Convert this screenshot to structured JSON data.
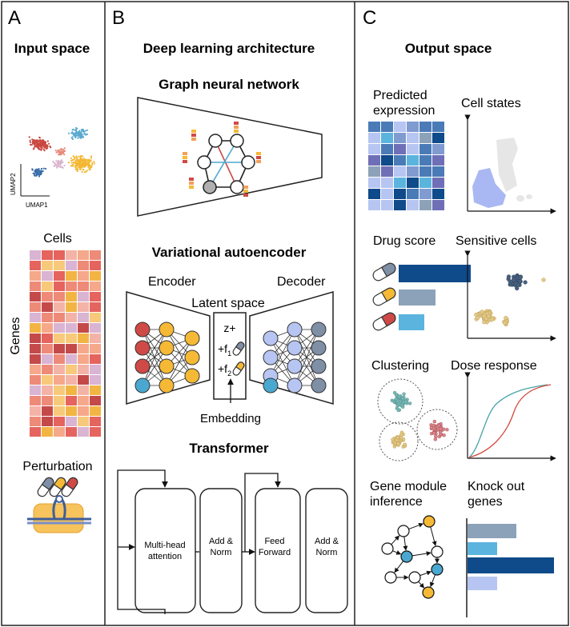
{
  "panels": {
    "a": {
      "letter": "A",
      "title": "Input space",
      "umap_y": "UMAP2",
      "umap_x": "UMAP1",
      "cells_label": "Cells",
      "genes_label": "Genes",
      "perturbation_label": "Perturbation"
    },
    "b": {
      "letter": "B",
      "title": "Deep learning architecture",
      "gnn_title": "Graph neural network",
      "vae_title": "Variational autoencoder",
      "encoder": "Encoder",
      "decoder": "Decoder",
      "latent_space": "Latent space",
      "z": "z+",
      "f1": "+f",
      "f1_sub": "1",
      "f2": "+f",
      "f2_sub": "2",
      "embedding": "Embedding",
      "transformer_title": "Transformer",
      "mha_1": "Multi-head",
      "mha_2": "attention",
      "addnorm1_1": "Add &",
      "addnorm1_2": "Norm",
      "ff_1": "Feed",
      "ff_2": "Forward",
      "addnorm2_1": "Add &",
      "addnorm2_2": "Norm"
    },
    "c": {
      "letter": "C",
      "title": "Output space",
      "pred_1": "Predicted",
      "pred_2": "expression",
      "cell_states": "Cell states",
      "drug_score": "Drug score",
      "sensitive_cells": "Sensitive cells",
      "clustering": "Clustering",
      "dose_response": "Dose response",
      "gene_module_1": "Gene module",
      "gene_module_2": "inference",
      "knock_out_1": "Knock out",
      "knock_out_2": "genes"
    }
  },
  "colors": {
    "red": "#cf4a46",
    "yellow": "#f5b935",
    "blue_node": "#4aa8d0",
    "lavender": "#b7c5f2",
    "slate": "#7f8fa6",
    "navy": "#0f4a8a",
    "light_blue": "#5bb4dd",
    "grey_blue": "#8ca2b9"
  }
}
